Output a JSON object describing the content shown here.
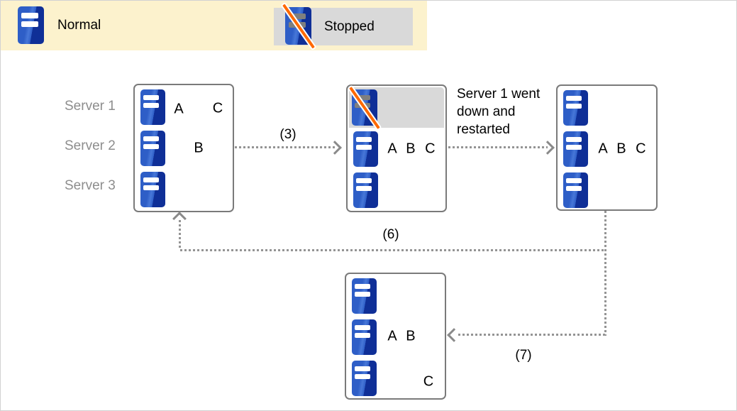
{
  "legend": {
    "normal_label": "Normal",
    "stopped_label": "Stopped"
  },
  "servers": {
    "row_labels": [
      "Server 1",
      "Server 2",
      "Server 3"
    ]
  },
  "clusters": {
    "initial": {
      "a": "A",
      "b": "B",
      "c": "C"
    },
    "failover": {
      "partitions": "A B C"
    },
    "recovered": {
      "partitions": "A B C"
    },
    "rebalanced": {
      "ab": "A B",
      "c": "C"
    }
  },
  "annotations": {
    "step3": "(3)",
    "step6": "(6)",
    "step7": "(7)",
    "note_lines": [
      "Server 1 went",
      "down and",
      "restarted"
    ]
  },
  "colors": {
    "server_blue": "#2e5ec7",
    "server_blue_dark": "#0f2f97",
    "slash_orange": "#ff6900",
    "legend_bg": "#fcf2cd",
    "stopped_bg": "#d9d9d9",
    "box_border": "#7a7a7a",
    "connector_gray": "#949494",
    "row_label_gray": "#8d8d8d"
  }
}
